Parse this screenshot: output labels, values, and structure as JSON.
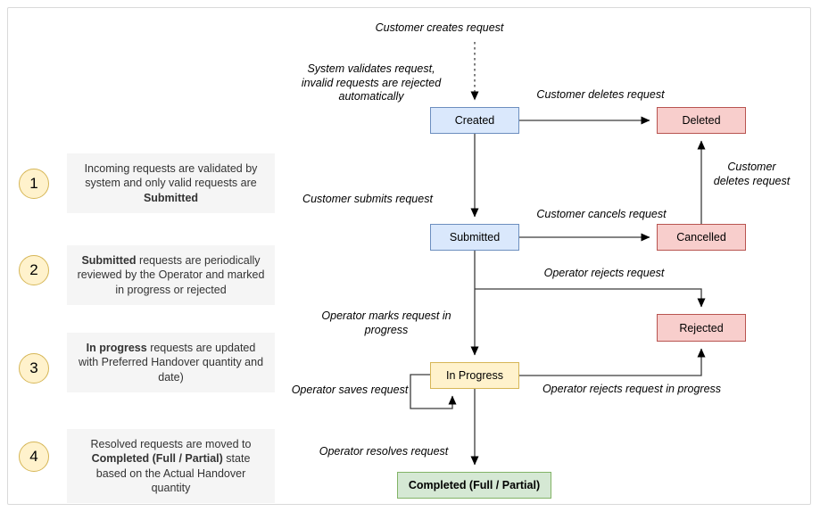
{
  "nodes": {
    "created": {
      "label": "Created"
    },
    "deleted": {
      "label": "Deleted"
    },
    "submitted": {
      "label": "Submitted"
    },
    "cancelled": {
      "label": "Cancelled"
    },
    "rejected": {
      "label": "Rejected"
    },
    "in_progress": {
      "label": "In Progress"
    },
    "completed": {
      "label": "Completed (Full / Partial)"
    }
  },
  "edge_labels": {
    "customer_creates": "Customer creates request",
    "system_validates": "System validates request, invalid requests are rejected automatically",
    "customer_deletes_top": "Customer deletes request",
    "customer_submits": "Customer submits request",
    "customer_cancels": "Customer cancels request",
    "customer_deletes_right": "Customer deletes request",
    "operator_rejects": "Operator rejects request",
    "operator_marks": "Operator marks request in progress",
    "operator_saves": "Operator saves request",
    "operator_rejects_in_progress": "Operator rejects request in progress",
    "operator_resolves": "Operator resolves request"
  },
  "notes": [
    {
      "number": "1",
      "pre": "Incoming requests are validated by system and only valid requests are ",
      "bold": "Submitted",
      "post": ""
    },
    {
      "number": "2",
      "pre": "",
      "bold": "Submitted",
      "post": " requests are periodically reviewed by the Operator and marked in progress or rejected"
    },
    {
      "number": "3",
      "pre": "",
      "bold": "In progress",
      "post": " requests are updated with Preferred Handover quantity and date)"
    },
    {
      "number": "4",
      "pre": "Resolved requests are moved to ",
      "bold": "Completed (Full / Partial)",
      "post": " state based on the Actual Handover quantity"
    }
  ],
  "colors": {
    "state_blue_fill": "#dae8fc",
    "state_blue_border": "#6c8ebf",
    "state_red_fill": "#f8cecc",
    "state_red_border": "#b85450",
    "state_yellow_fill": "#fff2cc",
    "state_yellow_border": "#d6b656",
    "state_green_fill": "#d5e8d4",
    "state_green_border": "#82b366",
    "note_bg": "#f5f5f5",
    "note_text": "#333333",
    "circle_fill": "#fff2cc",
    "circle_border": "#d6b656",
    "edge_stroke": "#3b3b3b",
    "frame_border": "#d9d9d9"
  }
}
